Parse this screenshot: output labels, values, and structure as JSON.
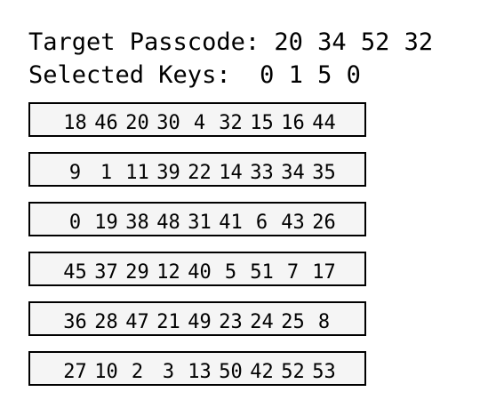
{
  "header": {
    "target_label": "Target Passcode:",
    "target_values": "20 34 52 32",
    "selected_label": "Selected Keys:",
    "selected_values": "0 1 5 0"
  },
  "keypad": {
    "rows": [
      [
        "18",
        "46",
        "20",
        "30",
        "4",
        "32",
        "15",
        "16",
        "44"
      ],
      [
        "9",
        "1",
        "11",
        "39",
        "22",
        "14",
        "33",
        "34",
        "35"
      ],
      [
        "0",
        "19",
        "38",
        "48",
        "31",
        "41",
        "6",
        "43",
        "26"
      ],
      [
        "45",
        "37",
        "29",
        "12",
        "40",
        "5",
        "51",
        "7",
        "17"
      ],
      [
        "36",
        "28",
        "47",
        "21",
        "49",
        "23",
        "24",
        "25",
        "8"
      ],
      [
        "27",
        "10",
        "2",
        "3",
        "13",
        "50",
        "42",
        "52",
        "53"
      ]
    ]
  }
}
